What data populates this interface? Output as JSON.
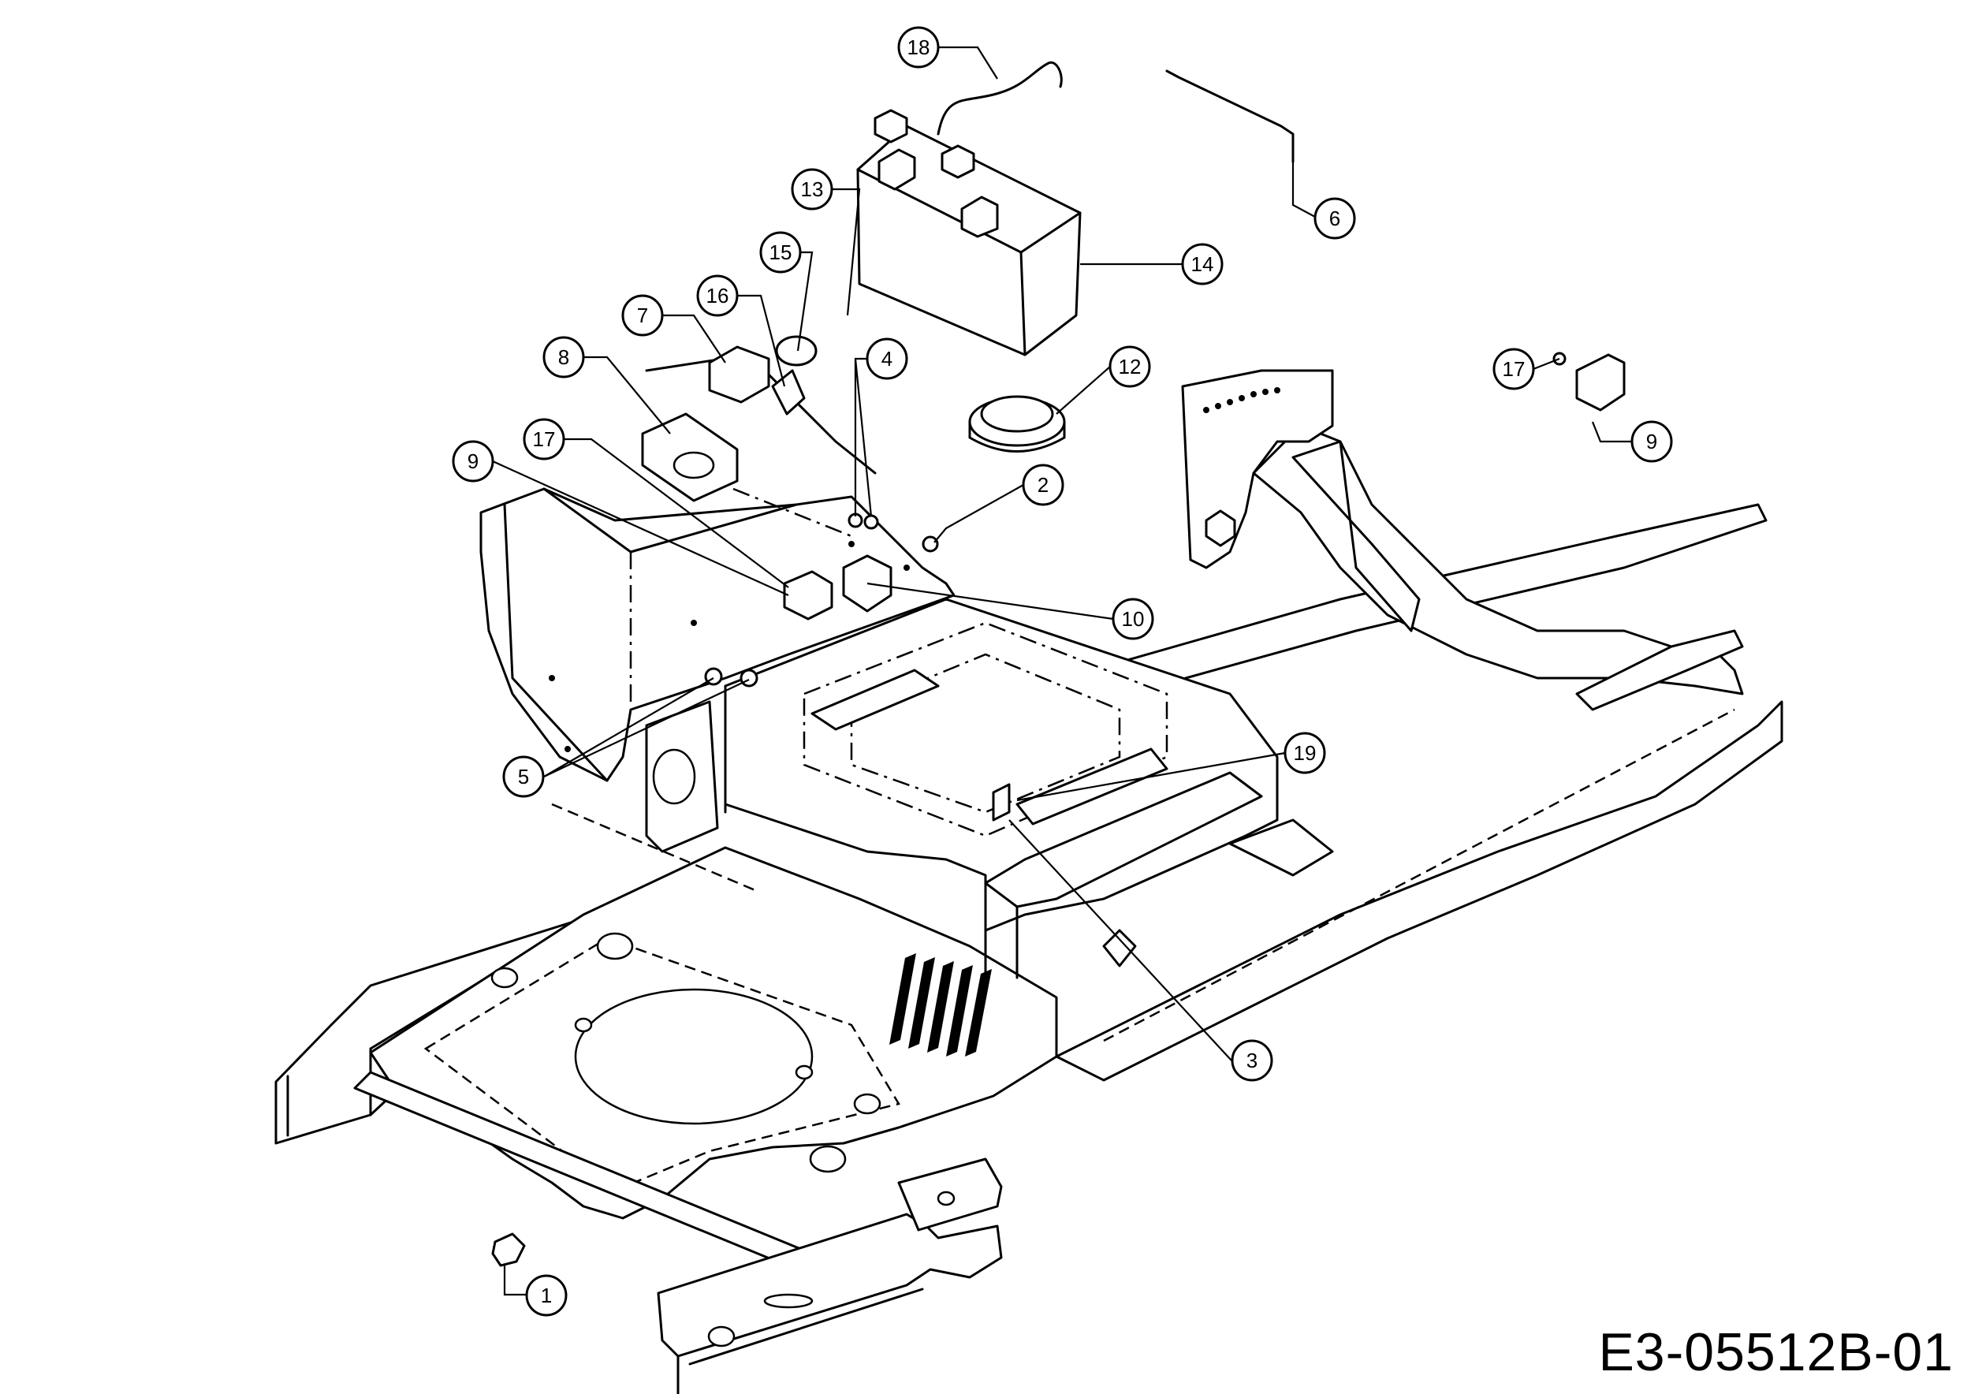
{
  "drawing_code": "E3-05512B-01",
  "callouts": [
    {
      "label": "1",
      "icon": "callout-balloon"
    },
    {
      "label": "2",
      "icon": "callout-balloon"
    },
    {
      "label": "3",
      "icon": "callout-balloon"
    },
    {
      "label": "4",
      "icon": "callout-balloon"
    },
    {
      "label": "5",
      "icon": "callout-balloon"
    },
    {
      "label": "6",
      "icon": "callout-balloon"
    },
    {
      "label": "7",
      "icon": "callout-balloon"
    },
    {
      "label": "8",
      "icon": "callout-balloon"
    },
    {
      "label": "9",
      "icon": "callout-balloon"
    },
    {
      "label": "9",
      "icon": "callout-balloon"
    },
    {
      "label": "10",
      "icon": "callout-balloon"
    },
    {
      "label": "12",
      "icon": "callout-balloon"
    },
    {
      "label": "13",
      "icon": "callout-balloon"
    },
    {
      "label": "14",
      "icon": "callout-balloon"
    },
    {
      "label": "15",
      "icon": "callout-balloon"
    },
    {
      "label": "16",
      "icon": "callout-balloon"
    },
    {
      "label": "17",
      "icon": "callout-balloon"
    },
    {
      "label": "17",
      "icon": "callout-balloon"
    },
    {
      "label": "18",
      "icon": "callout-balloon"
    },
    {
      "label": "19",
      "icon": "callout-balloon"
    }
  ]
}
